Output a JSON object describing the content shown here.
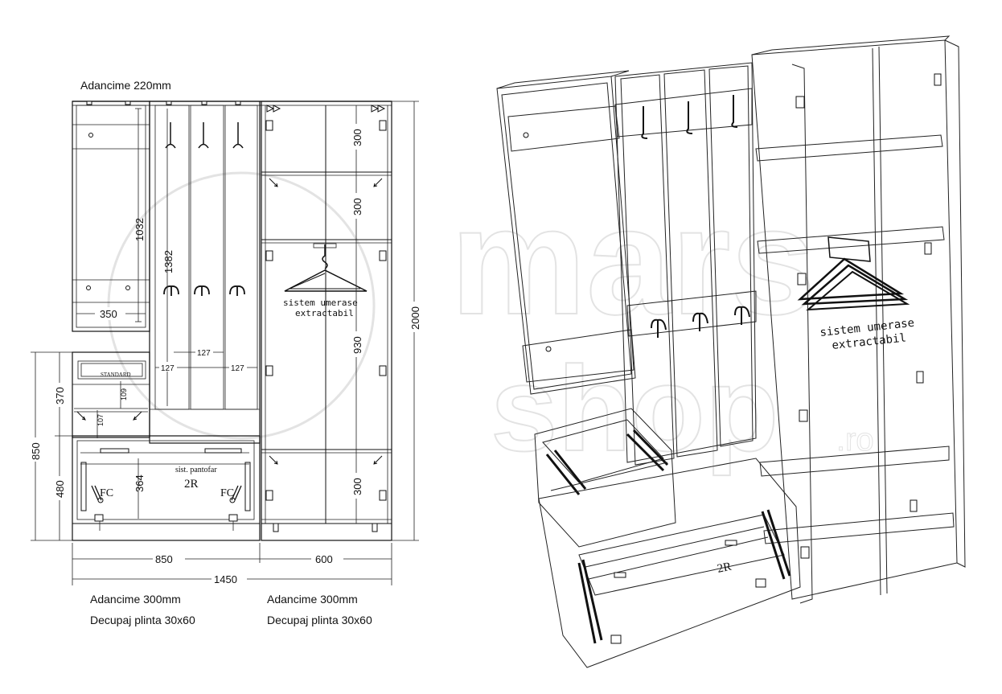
{
  "front_view": {
    "depth_top": "Adancime 220mm",
    "dim_total_height": "2000",
    "dim_total_width": "1450",
    "dim_left_width": "850",
    "dim_right_width": "600",
    "dim_mirror_width": "350",
    "dim_mirror_height": "1032",
    "dim_hook_panel_height": "1382",
    "dim_panel_w1": "127",
    "dim_panel_w2": "127",
    "dim_panel_w3": "127",
    "dim_bench_height": "850",
    "dim_drawer_zone": "370",
    "dim_shoe_zone": "480",
    "dim_drawer_h": "109",
    "dim_drawer_gap": "107",
    "dim_shoe_h": "364",
    "dim_shelf_top": "300",
    "dim_shelf_2": "300",
    "dim_hang": "930",
    "dim_shelf_bottom": "300",
    "drawer_label": "STANDARD",
    "shoe_label": "sist. pantofar",
    "shoe_code": "2R",
    "fc_left": "FC",
    "fc_right": "FC",
    "hanger_label_1": "sistem umerase",
    "hanger_label_2": "extractabil",
    "depth_left": "Adancime 300mm",
    "plinth_left": "Decupaj plinta 30x60",
    "depth_right": "Adancime 300mm",
    "plinth_right": "Decupaj plinta 30x60"
  },
  "iso_view": {
    "hanger_label_1": "sistem umerase",
    "hanger_label_2": "extractabil",
    "shoe_code": "2R"
  },
  "watermark": {
    "line1": "mars",
    "line2": "shop",
    "suffix": ".ro"
  }
}
